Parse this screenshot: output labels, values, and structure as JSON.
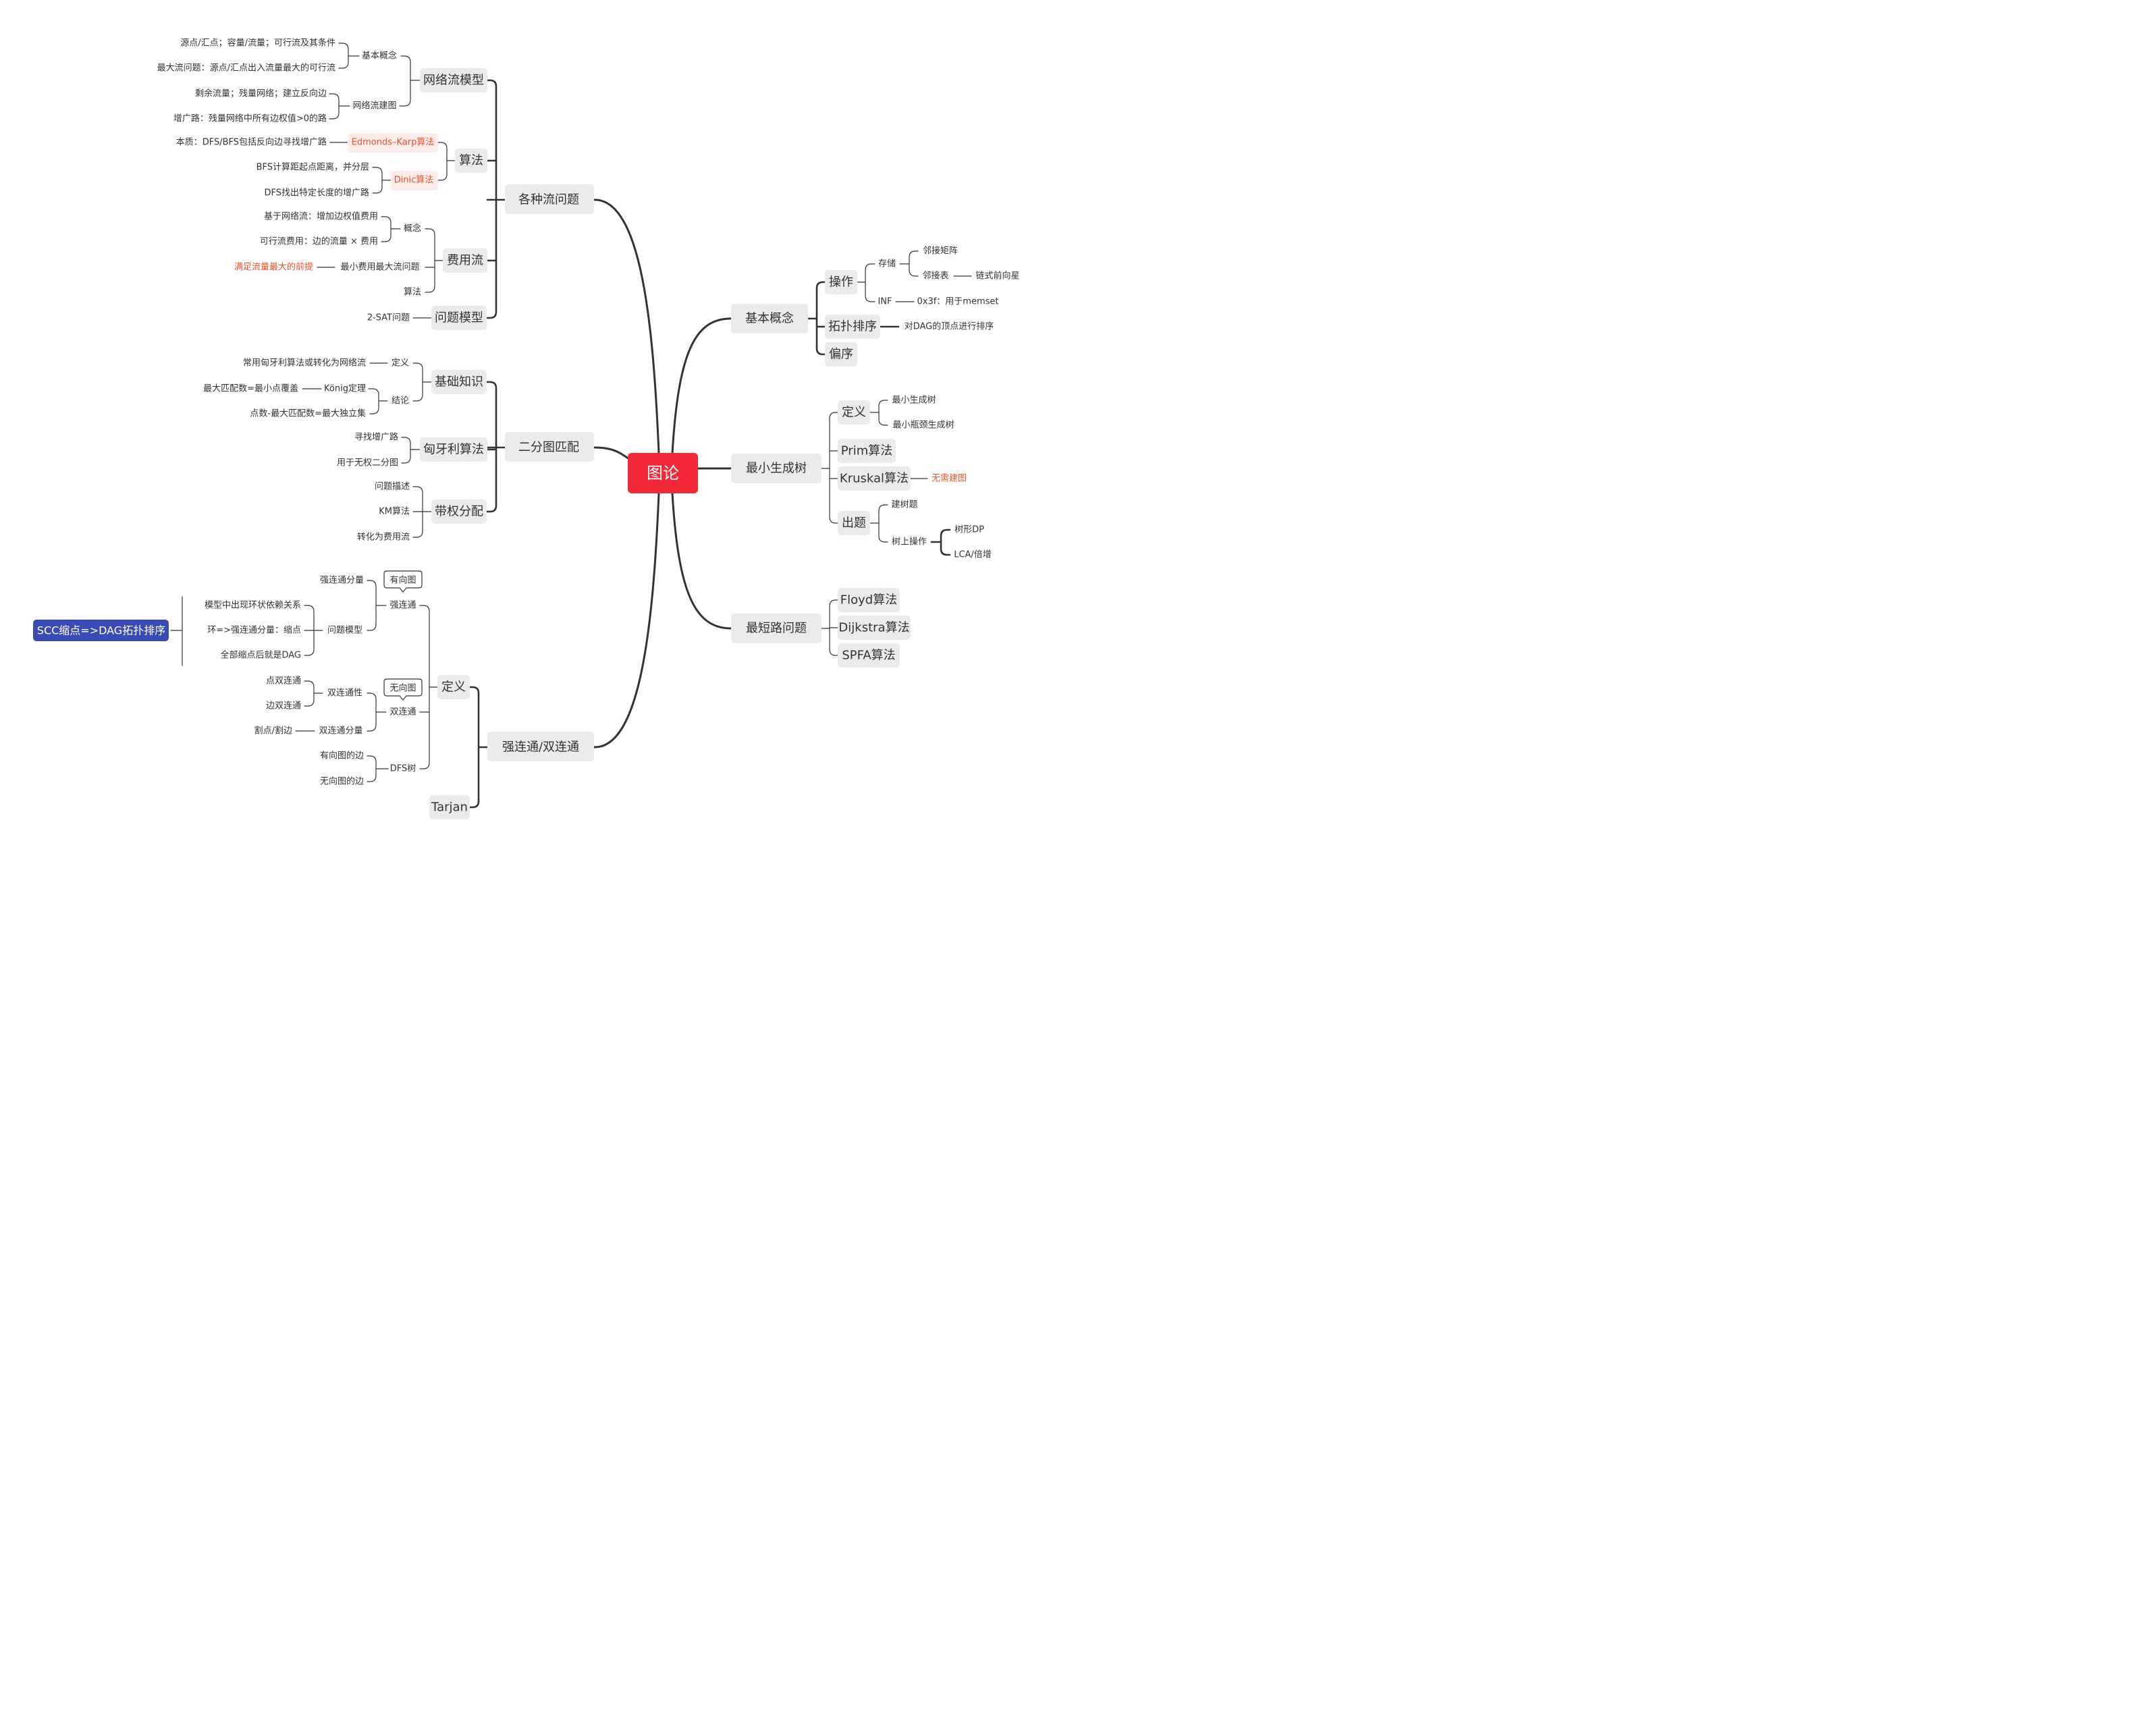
{
  "center": {
    "label": "图论",
    "fill": "#f22938"
  },
  "colors": {
    "line": "#333333",
    "redText": "#e8542b",
    "pill": "#ebebeb",
    "redPill": "#fdecea",
    "sccFill": "#3a4cb3"
  },
  "nodes": {
    "flow": "各种流问题",
    "flowNet": "网络流模型",
    "netBasic": "基本概念",
    "netBasic1": "源点/汇点；容量/流量；可行流及其条件",
    "netBasic2": "最大流问题：源点/汇点出入流量最大的可行流",
    "netBuild": "网络流建图",
    "netBuild1": "剩余流量；残量网络；建立反向边",
    "netBuild2": "增广路：残量网络中所有边权值>0的路",
    "flowAlgo": "算法",
    "ek": "Edmonds–Karp算法",
    "ek1": "本质：DFS/BFS包括反向边寻找增广路",
    "dinic": "Dinic算法",
    "dinic1": "BFS计算距起点距离，并分层",
    "dinic2": "DFS找出特定长度的增广路",
    "cost": "费用流",
    "costConcept": "概念",
    "costConcept1": "基于网络流：增加边权值费用",
    "costConcept2": "可行流费用：边的流量 × 费用",
    "costMin": "最小费用最大流问题",
    "costMin1": "满足流量最大的前提",
    "costAlgo": "算法",
    "flowProb": "问题模型",
    "sat": "2-SAT问题",
    "bip": "二分图匹配",
    "bipBase": "基础知识",
    "bipDef": "定义",
    "bipDef1": "常用匈牙利算法或转化为网络流",
    "bipRes": "结论",
    "konig": "König定理",
    "konig1": "最大匹配数=最小点覆盖",
    "bipRes2": "点数-最大匹配数=最大独立集",
    "hung": "匈牙利算法",
    "hung1": "寻找增广路",
    "hung2": "用于无权二分图",
    "weight": "带权分配",
    "weight1": "问题描述",
    "weight2": "KM算法",
    "weight3": "转化为费用流",
    "scc": "强连通/双连通",
    "sccDef": "定义",
    "strong": "强连通",
    "strongTag": "有向图",
    "strong1": "强连通分量",
    "strongModel": "问题模型",
    "strongModel1": "模型中出现环状依赖关系",
    "strongModel2": "环=>强连通分量：缩点",
    "strongModel3": "全部缩点后就是DAG",
    "sccSummary": "SCC缩点=>DAG拓扑排序",
    "bicon": "双连通",
    "biconTag": "无向图",
    "biconProp": "双连通性",
    "biconProp1": "点双连通",
    "biconProp2": "边双连通",
    "biconComp": "双连通分量",
    "biconComp1": "割点/割边",
    "dfsTree": "DFS树",
    "dfsTree1": "有向图的边",
    "dfsTree2": "无向图的边",
    "tarjan": "Tarjan",
    "basic": "基本概念",
    "op": "操作",
    "store": "存储",
    "adjM": "邻接矩阵",
    "adjL": "邻接表",
    "adjL1": "链式前向星",
    "inf": "INF",
    "inf1": "0x3f：用于memset",
    "topo": "拓扑排序",
    "topo1": "对DAG的顶点进行排序",
    "poset": "偏序",
    "mst": "最小生成树",
    "mstDef": "定义",
    "mstDef1": "最小生成树",
    "mstDef2": "最小瓶颈生成树",
    "prim": "Prim算法",
    "kruskal": "Kruskal算法",
    "kruskal1": "无需建图",
    "mstProb": "出题",
    "mstProb1": "建树题",
    "mstProb2": "树上操作",
    "mstProb21": "树形DP",
    "mstProb22": "LCA/倍增",
    "sp": "最短路问题",
    "floyd": "Floyd算法",
    "dijk": "Dijkstra算法",
    "spfa": "SPFA算法"
  }
}
